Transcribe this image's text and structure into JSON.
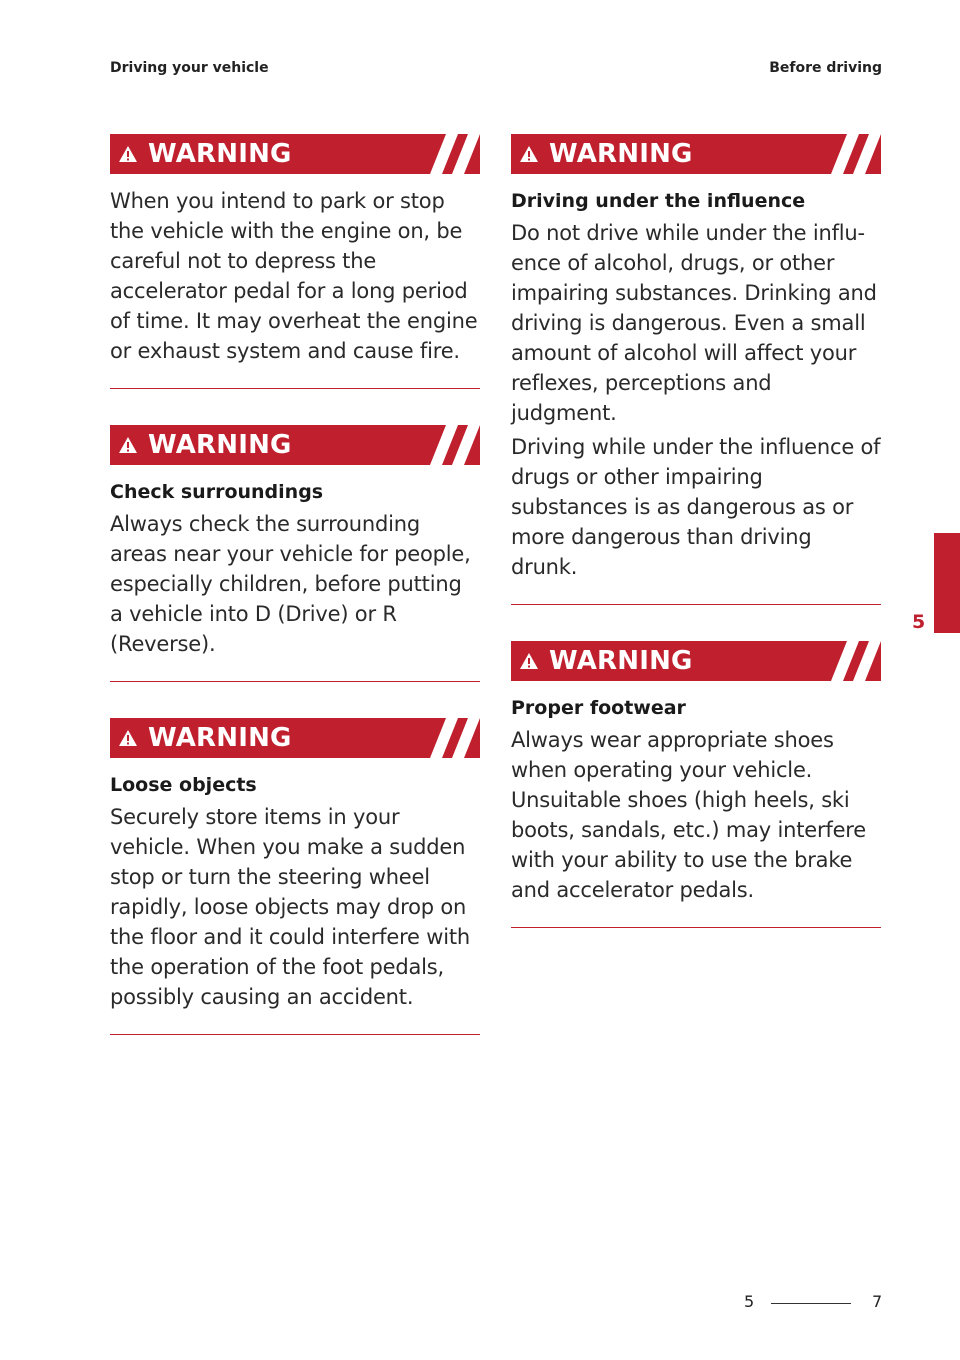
{
  "header": {
    "left": "Driving your vehicle",
    "right": "Before driving"
  },
  "colors": {
    "accent": "#c0202e"
  },
  "warnings_left": [
    {
      "label": "WARNING",
      "icon": "warning-triangle-icon",
      "paragraphs": [
        "When you intend to park or stop the vehicle with the engine on, be care­ful not to depress the accelerator pedal for a long period of time. It may overheat the engine or exhaust system and cause fire."
      ]
    },
    {
      "label": "WARNING",
      "icon": "warning-triangle-icon",
      "title": "Check surroundings",
      "paragraphs": [
        "Always check the surrounding areas near your vehicle for people, espe­cially children, before putting a vehi­cle into D (Drive) or R (Reverse)."
      ]
    },
    {
      "label": "WARNING",
      "icon": "warning-triangle-icon",
      "title": "Loose objects",
      "paragraphs": [
        "Securely store items in your vehicle. When you make a sudden stop or turn the steering wheel rapidly, loose objects may drop on the floor and it could interfere with the oper­ation of the foot pedals, possibly causing an accident."
      ]
    }
  ],
  "warnings_right": [
    {
      "label": "WARNING",
      "icon": "warning-triangle-icon",
      "title": "Driving under the influence",
      "paragraphs": [
        "Do not drive while under the influ­ence of alcohol, drugs, or other impairing substances. Drinking and driving is dangerous. Even a small amount of alcohol will affect your reflexes, perceptions and judgment.",
        "Driving while under the influence of drugs or other impairing substances is as dangerous as or more danger­ous than driving drunk."
      ]
    },
    {
      "label": "WARNING",
      "icon": "warning-triangle-icon",
      "title": "Proper footwear",
      "paragraphs": [
        "Always wear appropriate shoes when operating your vehicle. Unsuitable shoes (high heels, ski boots, sandals, etc.) may interfere with your ability to use the brake and accelerator pedals."
      ]
    }
  ],
  "side_tab": {
    "chapter": "5"
  },
  "footer": {
    "section": "5",
    "page": "7"
  }
}
